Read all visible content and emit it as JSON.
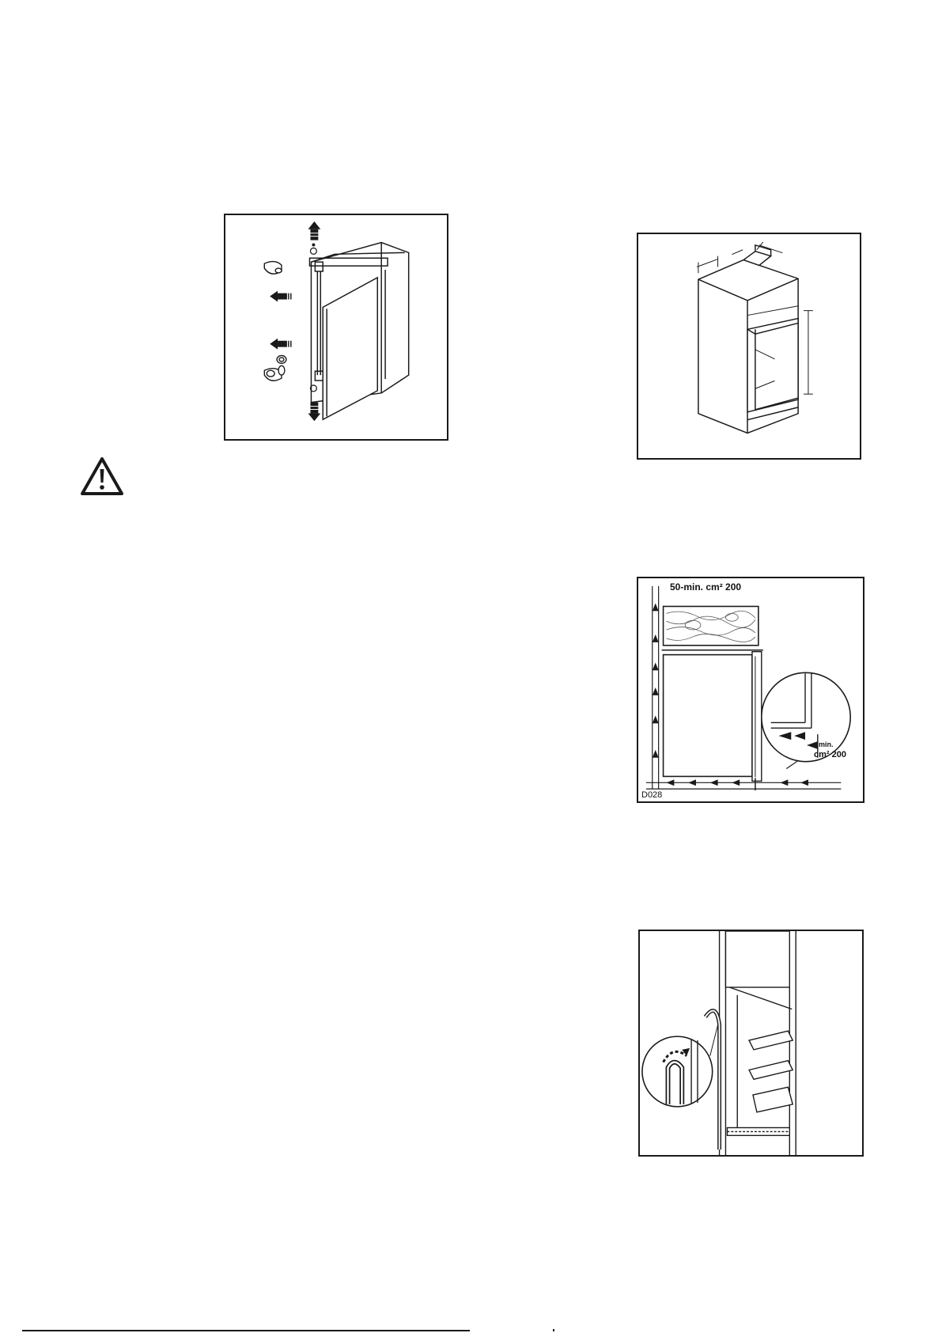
{
  "figures": {
    "door_reversal": {
      "icon": "door-reversal-illustration"
    },
    "niche": {
      "icon": "niche-dimensions-illustration"
    },
    "ventilation": {
      "top_label": "50-min. cm² 200",
      "code": "D028",
      "inset_min_label": "min.",
      "inset_cm_label": "cm² 200"
    },
    "seal": {
      "icon": "door-seal-illustration"
    }
  },
  "warning": {
    "icon": "warning-triangle-icon"
  },
  "colors": {
    "ink": "#1a1a1a",
    "paper": "#ffffff",
    "wood": "#6b6b6b"
  }
}
